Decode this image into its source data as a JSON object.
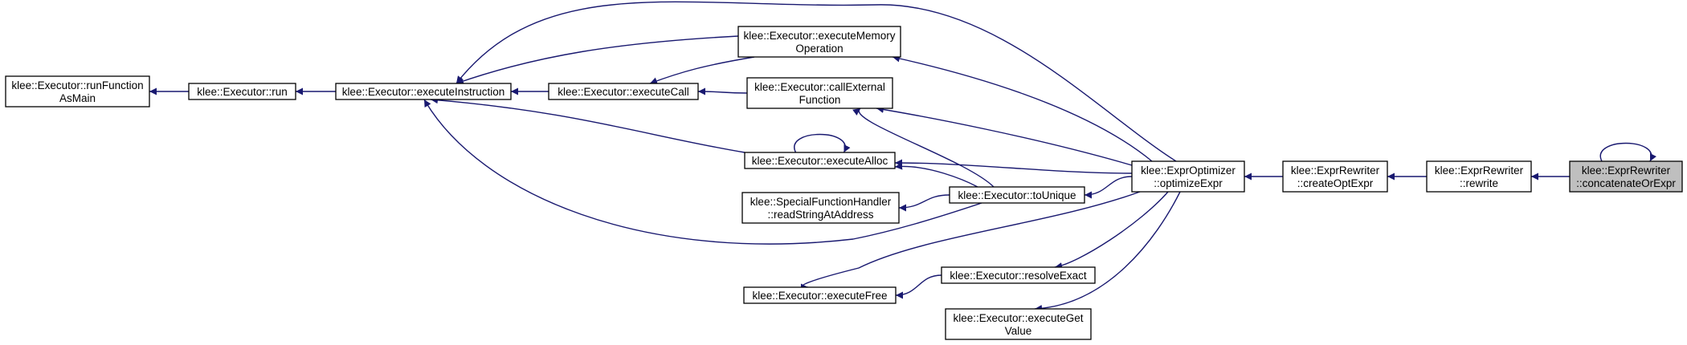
{
  "nodes": [
    {
      "id": "runFunctionAsMain",
      "lines": [
        "klee::Executor::runFunction",
        "AsMain"
      ],
      "focus": false
    },
    {
      "id": "run",
      "lines": [
        "klee::Executor::run"
      ],
      "focus": false
    },
    {
      "id": "executeInstruction",
      "lines": [
        "klee::Executor::executeInstruction"
      ],
      "focus": false
    },
    {
      "id": "executeMemoryOperation",
      "lines": [
        "klee::Executor::executeMemory",
        "Operation"
      ],
      "focus": false
    },
    {
      "id": "executeCall",
      "lines": [
        "klee::Executor::executeCall"
      ],
      "focus": false
    },
    {
      "id": "callExternalFunction",
      "lines": [
        "klee::Executor::callExternal",
        "Function"
      ],
      "focus": false
    },
    {
      "id": "executeAlloc",
      "lines": [
        "klee::Executor::executeAlloc"
      ],
      "focus": false
    },
    {
      "id": "readStringAtAddress",
      "lines": [
        "klee::SpecialFunctionHandler",
        "::readStringAtAddress"
      ],
      "focus": false
    },
    {
      "id": "toUnique",
      "lines": [
        "klee::Executor::toUnique"
      ],
      "focus": false
    },
    {
      "id": "optimizeExpr",
      "lines": [
        "klee::ExprOptimizer",
        "::optimizeExpr"
      ],
      "focus": false
    },
    {
      "id": "resolveExact",
      "lines": [
        "klee::Executor::resolveExact"
      ],
      "focus": false
    },
    {
      "id": "executeFree",
      "lines": [
        "klee::Executor::executeFree"
      ],
      "focus": false
    },
    {
      "id": "executeGetValue",
      "lines": [
        "klee::Executor::executeGet",
        "Value"
      ],
      "focus": false
    },
    {
      "id": "createOptExpr",
      "lines": [
        "klee::ExprRewriter",
        "::createOptExpr"
      ],
      "focus": false
    },
    {
      "id": "rewrite",
      "lines": [
        "klee::ExprRewriter",
        "::rewrite"
      ],
      "focus": false
    },
    {
      "id": "concatenateOrExpr",
      "lines": [
        "klee::ExprRewriter",
        "::concatenateOrExpr"
      ],
      "focus": true
    }
  ],
  "edges": [
    {
      "from": "run",
      "to": "runFunctionAsMain"
    },
    {
      "from": "executeInstruction",
      "to": "run"
    },
    {
      "from": "executeCall",
      "to": "executeInstruction"
    },
    {
      "from": "executeMemoryOperation",
      "to": "executeInstruction"
    },
    {
      "from": "executeMemoryOperation",
      "to": "executeCall"
    },
    {
      "from": "callExternalFunction",
      "to": "executeCall"
    },
    {
      "from": "executeAlloc",
      "to": "executeInstruction"
    },
    {
      "from": "executeAlloc",
      "to": "executeAlloc"
    },
    {
      "from": "toUnique",
      "to": "executeAlloc"
    },
    {
      "from": "toUnique",
      "to": "callExternalFunction"
    },
    {
      "from": "toUnique",
      "to": "readStringAtAddress"
    },
    {
      "from": "toUnique",
      "to": "executeInstruction"
    },
    {
      "from": "optimizeExpr",
      "to": "executeInstruction"
    },
    {
      "from": "optimizeExpr",
      "to": "executeMemoryOperation"
    },
    {
      "from": "optimizeExpr",
      "to": "callExternalFunction"
    },
    {
      "from": "optimizeExpr",
      "to": "executeAlloc"
    },
    {
      "from": "optimizeExpr",
      "to": "toUnique"
    },
    {
      "from": "optimizeExpr",
      "to": "executeFree"
    },
    {
      "from": "optimizeExpr",
      "to": "resolveExact"
    },
    {
      "from": "optimizeExpr",
      "to": "executeGetValue"
    },
    {
      "from": "resolveExact",
      "to": "executeFree"
    },
    {
      "from": "createOptExpr",
      "to": "optimizeExpr"
    },
    {
      "from": "rewrite",
      "to": "createOptExpr"
    },
    {
      "from": "concatenateOrExpr",
      "to": "rewrite"
    },
    {
      "from": "concatenateOrExpr",
      "to": "concatenateOrExpr"
    }
  ],
  "colors": {
    "edge": "#191970",
    "focus_fill": "#bfbfbf",
    "node_fill": "#ffffff",
    "node_border": "#000000"
  }
}
